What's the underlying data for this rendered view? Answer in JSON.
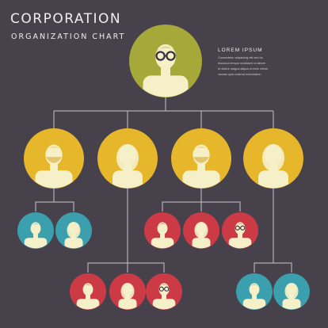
{
  "header": {
    "title": "CORPORATION",
    "subtitle": "ORGANIZATION CHART"
  },
  "legend": {
    "heading": "LOREM IPSUM",
    "lines": [
      "Consectetur adipiscing elit sed do",
      "eiusmod tempor incididunt ut labore",
      "et dolore magna aliqua ut enim minim",
      "veniam quis nostrud exercitation"
    ]
  },
  "colors": {
    "background": "#47414b",
    "top": "#a6a83a",
    "manager": "#e6b72b",
    "team_teal": "#3b9fae",
    "team_red": "#cc3a46",
    "figure": "#f6f0c8",
    "connector": "#c9c2cc"
  },
  "icons": {
    "top": "male-glasses-icon",
    "managers": [
      "male-beard-icon",
      "female-icon",
      "male-beard-icon",
      "female-icon"
    ],
    "team_a": [
      "male-icon",
      "female-icon"
    ],
    "team_b": [
      "male-icon",
      "female-icon",
      "male-glasses-icon"
    ],
    "team_c": [
      "male-icon",
      "female-icon",
      "male-glasses-icon"
    ],
    "team_d": [
      "male-icon",
      "female-icon"
    ]
  }
}
